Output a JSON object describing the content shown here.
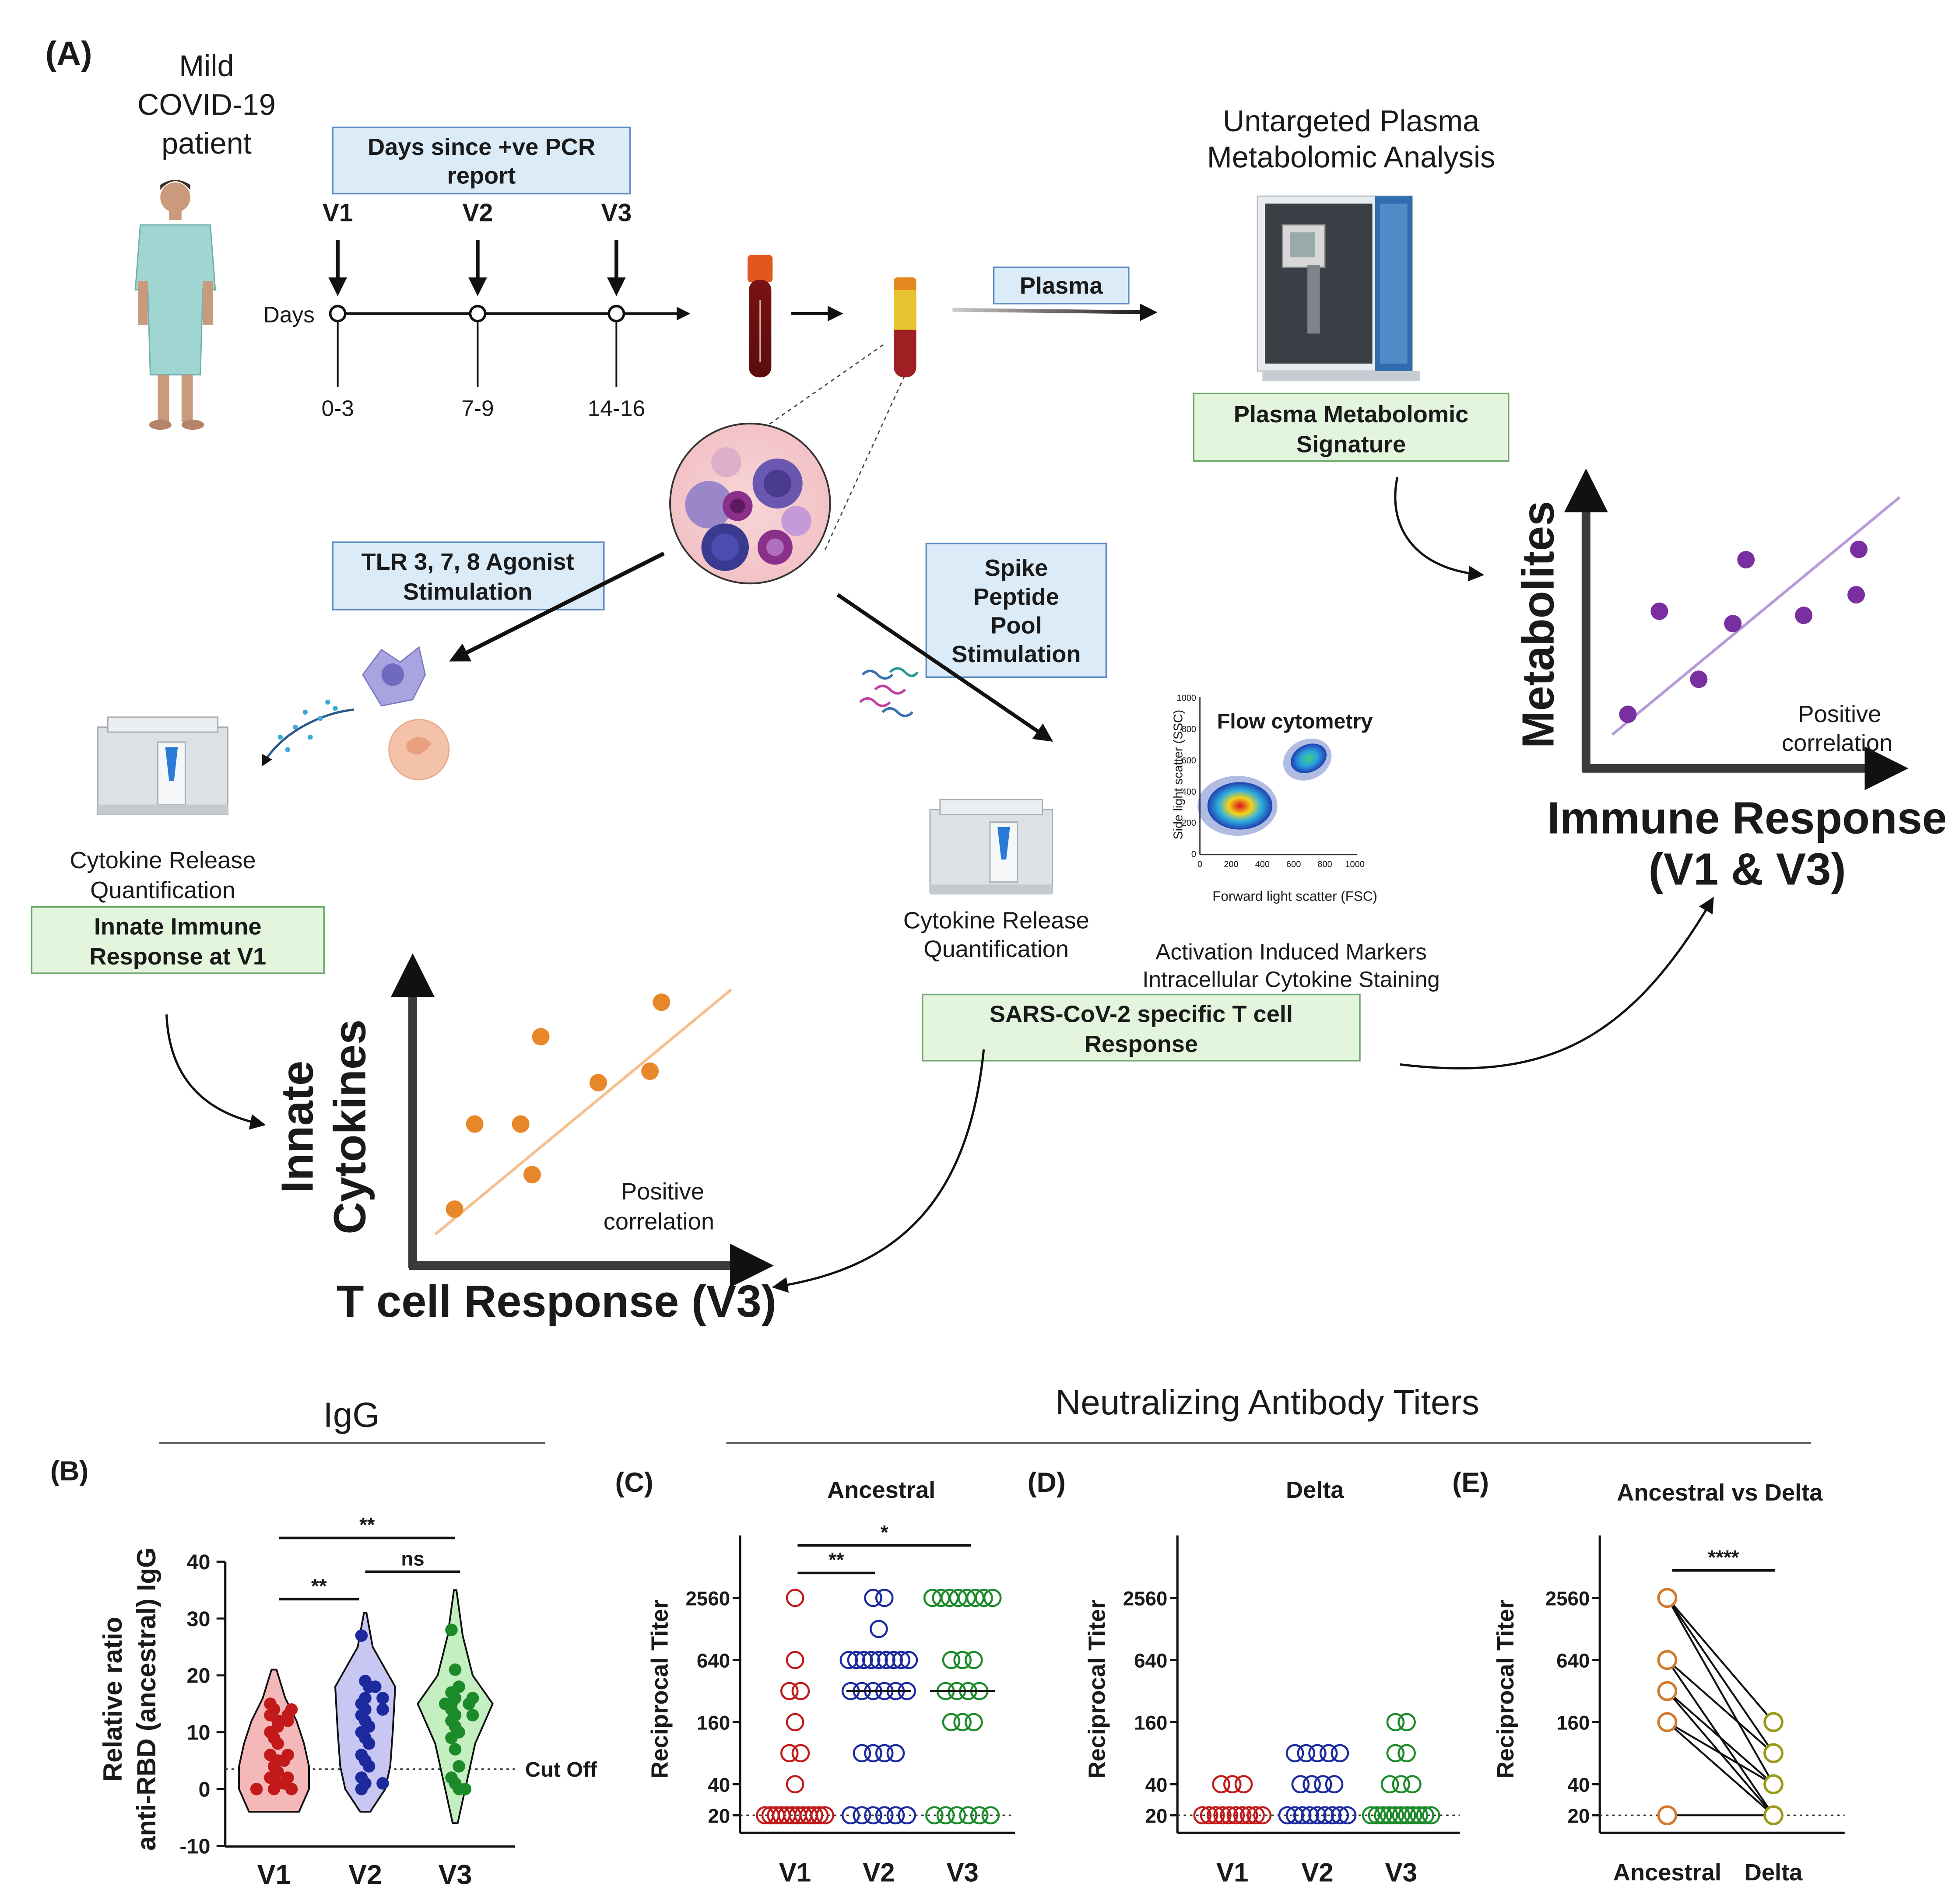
{
  "panelA": {
    "label": "(A)",
    "patient": [
      "Mild",
      "COVID-19",
      "patient"
    ],
    "days_box": [
      "Days since +ve PCR",
      "report"
    ],
    "visits": [
      "V1",
      "V2",
      "V3"
    ],
    "days_label": "Days",
    "day_ranges": [
      "0-3",
      "7-9",
      "14-16"
    ],
    "plasma_label": "Plasma",
    "metabolomic_title": [
      "Untargeted Plasma",
      "Metabolomic Analysis"
    ],
    "metabolomic_box": [
      "Plasma Metabolomic",
      "Signature"
    ],
    "tlr_box": [
      "TLR 3, 7, 8 Agonist",
      "Stimulation"
    ],
    "spike_box": [
      "Spike",
      "Peptide",
      "Pool",
      "Stimulation"
    ],
    "flow_title": "Flow cytometry",
    "flow_ylabel": "Side light scatter (SSC)",
    "flow_xlabel": "Forward light scatter (FSC)",
    "flow_xticks": [
      "0",
      "200",
      "400",
      "600",
      "800",
      "1000"
    ],
    "flow_yticks": [
      "0",
      "200",
      "400",
      "600",
      "800",
      "1000"
    ],
    "cytokine_left": [
      "Cytokine Release",
      "Quantification"
    ],
    "innate_box": [
      "Innate Immune",
      "Response at V1"
    ],
    "cytokine_right": [
      "Cytokine Release",
      "Quantification"
    ],
    "aim_text": [
      "Activation Induced Markers",
      "Intracellular Cytokine Staining"
    ],
    "tcell_box": [
      "SARS-CoV-2 specific T cell",
      "Response"
    ],
    "metabolites_ylabel": "Metabolites",
    "metabolites_xlabel": [
      "Immune Response",
      "(V1 & V3)"
    ],
    "metabolites_note": [
      "Positive",
      "correlation"
    ],
    "innate_ylabel": [
      "Innate",
      "Cytokines"
    ],
    "innate_xlabel": "T cell Response (V3)",
    "innate_note": [
      "Positive",
      "correlation"
    ]
  },
  "sections": {
    "igg_header": "IgG",
    "nab_header": "Neutralizing Antibody Titers"
  },
  "panelB": {
    "label": "(B)",
    "ylabel": [
      "Relative ratio",
      "anti-RBD (ancestral) IgG"
    ],
    "yticks": [
      "40",
      "30",
      "20",
      "10",
      "0",
      "-10"
    ],
    "xticks": [
      "V1",
      "V2",
      "V3"
    ],
    "cutoff_label": "Cut Off",
    "sig": [
      "**",
      "**",
      "ns"
    ]
  },
  "panelC": {
    "label": "(C)",
    "title": "Ancestral",
    "ylabel": "Reciprocal Titer",
    "yticks": [
      "2560",
      "640",
      "160",
      "40",
      "20"
    ],
    "xticks": [
      "V1",
      "V2",
      "V3"
    ],
    "sig": [
      "**",
      "*"
    ]
  },
  "panelD": {
    "label": "(D)",
    "title": "Delta",
    "ylabel": "Reciprocal Titer",
    "yticks": [
      "2560",
      "640",
      "160",
      "40",
      "20"
    ],
    "xticks": [
      "V1",
      "V2",
      "V3"
    ]
  },
  "panelE": {
    "label": "(E)",
    "title": "Ancestral vs Delta",
    "ylabel": "Reciprocal Titer",
    "yticks": [
      "2560",
      "640",
      "160",
      "40",
      "20"
    ],
    "xticks": [
      "Ancestral",
      "Delta"
    ],
    "sig": [
      "****"
    ]
  },
  "colors": {
    "red": "#c21a1a",
    "blue": "#1c2a9e",
    "green": "#1d8a2a",
    "olive": "#9a9a17",
    "orange": "#e8862a",
    "purple": "#7a2fa0",
    "boxBlue": "#dcebf8",
    "boxGreen": "#e3f5dc"
  },
  "chart_data": [
    {
      "type": "violin",
      "panel": "B",
      "categories": [
        "V1",
        "V2",
        "V3"
      ],
      "ylabel": "Relative ratio anti-RBD (ancestral) IgG",
      "ylim": [
        -10,
        40
      ],
      "cutoff": 3.5,
      "series": [
        {
          "name": "V1",
          "values": [
            15,
            14,
            14,
            13,
            13,
            12,
            10,
            9,
            8,
            6,
            6,
            5,
            5,
            4,
            3,
            2,
            2,
            1,
            1,
            0,
            0,
            0,
            12,
            11
          ]
        },
        {
          "name": "V2",
          "values": [
            27,
            19,
            18,
            18,
            16,
            16,
            15,
            14,
            14,
            13,
            12,
            11,
            10,
            9,
            8,
            6,
            5,
            4,
            2,
            1,
            1,
            0
          ]
        },
        {
          "name": "V3",
          "values": [
            28,
            21,
            18,
            17,
            16,
            16,
            15,
            15,
            15,
            14,
            13,
            13,
            12,
            11,
            10,
            9,
            7,
            4,
            2,
            1,
            0,
            0
          ]
        }
      ]
    },
    {
      "type": "scatter",
      "panel": "C",
      "title": "Ancestral",
      "categories": [
        "V1",
        "V2",
        "V3"
      ],
      "ylabel": "Reciprocal Titer",
      "yscale": "log2",
      "series": [
        {
          "name": "V1",
          "values": [
            2560,
            640,
            320,
            320,
            160,
            80,
            80,
            40,
            20,
            20,
            20,
            20,
            20,
            20,
            20,
            20,
            20,
            20,
            20,
            20
          ]
        },
        {
          "name": "V2",
          "values": [
            2560,
            2560,
            1280,
            640,
            640,
            640,
            640,
            640,
            640,
            640,
            640,
            640,
            320,
            320,
            320,
            320,
            320,
            320,
            80,
            80,
            80,
            80,
            20,
            20,
            20,
            20,
            20,
            20
          ]
        },
        {
          "name": "V3",
          "values": [
            2560,
            2560,
            2560,
            2560,
            2560,
            2560,
            2560,
            2560,
            640,
            640,
            640,
            320,
            320,
            320,
            320,
            160,
            160,
            160,
            20,
            20,
            20,
            20,
            20,
            20
          ]
        }
      ],
      "medians": {
        "V2": 320,
        "V3": 320
      }
    },
    {
      "type": "scatter",
      "panel": "D",
      "title": "Delta",
      "categories": [
        "V1",
        "V2",
        "V3"
      ],
      "ylabel": "Reciprocal Titer",
      "yscale": "log2",
      "series": [
        {
          "name": "V1",
          "values": [
            40,
            40,
            40,
            20,
            20,
            20,
            20,
            20,
            20,
            20,
            20,
            20,
            20
          ]
        },
        {
          "name": "V2",
          "values": [
            80,
            80,
            80,
            80,
            80,
            40,
            40,
            40,
            40,
            20,
            20,
            20,
            20,
            20,
            20,
            20,
            20,
            20
          ]
        },
        {
          "name": "V3",
          "values": [
            160,
            160,
            80,
            80,
            40,
            40,
            40,
            20,
            20,
            20,
            20,
            20,
            20,
            20,
            20,
            20,
            20,
            20
          ]
        }
      ]
    },
    {
      "type": "paired",
      "panel": "E",
      "title": "Ancestral vs Delta",
      "categories": [
        "Ancestral",
        "Delta"
      ],
      "ylabel": "Reciprocal Titer",
      "yscale": "log2",
      "pairs": [
        [
          2560,
          160
        ],
        [
          2560,
          80
        ],
        [
          2560,
          40
        ],
        [
          640,
          80
        ],
        [
          640,
          20
        ],
        [
          320,
          40
        ],
        [
          320,
          20
        ],
        [
          160,
          20
        ],
        [
          160,
          40
        ],
        [
          20,
          20
        ]
      ]
    },
    {
      "type": "scatter",
      "panel": "A-metabolites",
      "xlabel": "Immune Response (V1 & V3)",
      "ylabel": "Metabolites",
      "x": [
        0.05,
        0.17,
        0.32,
        0.45,
        0.5,
        0.72,
        0.92,
        0.93
      ],
      "y": [
        0.05,
        0.55,
        0.22,
        0.49,
        0.8,
        0.53,
        0.63,
        0.85
      ]
    },
    {
      "type": "scatter",
      "panel": "A-innate",
      "xlabel": "T cell Response (V3)",
      "ylabel": "Innate Cytokines",
      "x": [
        0.05,
        0.12,
        0.28,
        0.32,
        0.35,
        0.55,
        0.73,
        0.77
      ],
      "y": [
        0.05,
        0.42,
        0.42,
        0.2,
        0.8,
        0.6,
        0.65,
        0.95
      ]
    }
  ]
}
